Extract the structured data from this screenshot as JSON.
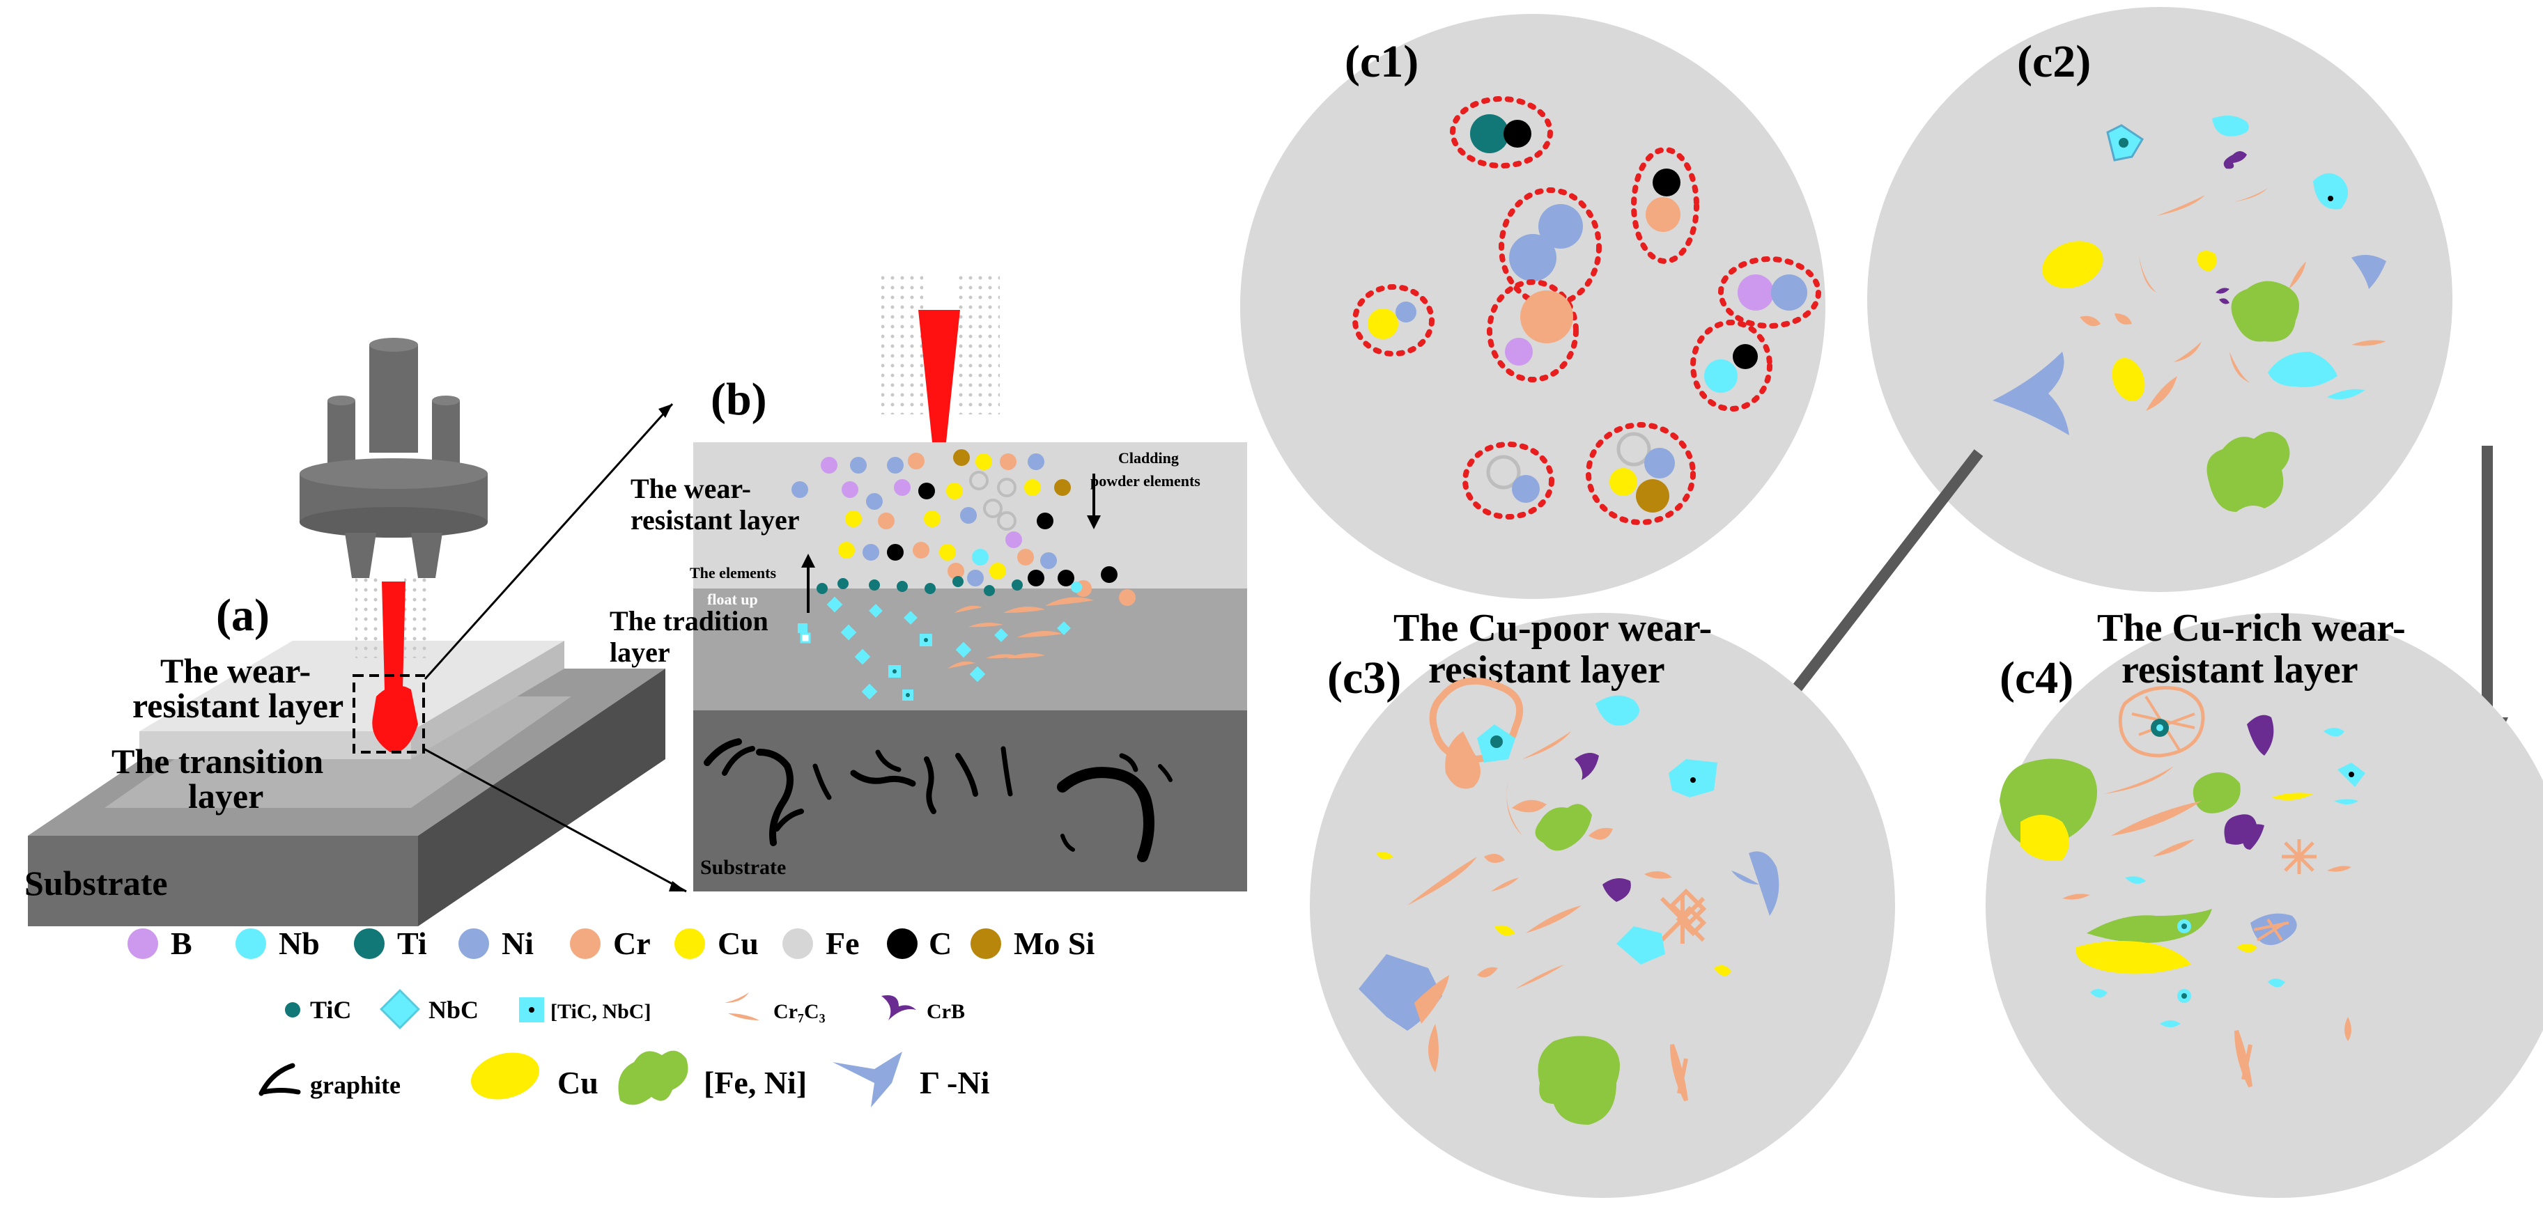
{
  "panels": {
    "a": "(a)",
    "b": "(b)",
    "c1": "(c1)",
    "c2": "(c2)",
    "c3": "(c3)",
    "c4": "(c4)"
  },
  "panel_a": {
    "wear_layer_line1": "The wear-",
    "wear_layer_line2": "resistant layer",
    "transition_line1": "The transition",
    "transition_line2": "layer",
    "substrate": "Substrate"
  },
  "panel_b": {
    "wear_line1": "The wear-",
    "wear_line2": "resistant layer",
    "tradition_line1": "The tradition",
    "tradition_line2": "layer",
    "float_line1": "The elements",
    "float_line2": "float up",
    "cladding_line1": "Cladding",
    "cladding_line2": "powder elements",
    "substrate": "Substrate"
  },
  "circle_titles": {
    "c3_line1": "The Cu-poor wear-",
    "c3_line2": "resistant layer",
    "c4_line1": "The Cu-rich wear-",
    "c4_line2": "resistant layer"
  },
  "legend": {
    "row1": [
      {
        "label": "B",
        "color": "#cc99ee"
      },
      {
        "label": "Nb",
        "color": "#66eeff"
      },
      {
        "label": "Ti",
        "color": "#117777"
      },
      {
        "label": "Ni",
        "color": "#8fa8dd"
      },
      {
        "label": "Cr",
        "color": "#f4aa80"
      },
      {
        "label": "Cu",
        "color": "#ffee00"
      },
      {
        "label": "Fe",
        "color": "#d6d6d6"
      },
      {
        "label": "C",
        "color": "#000000"
      },
      {
        "label": "Mo Si",
        "color": "#b8860b"
      }
    ],
    "row2": [
      {
        "label": "TiC",
        "icon": "tic-dot-icon"
      },
      {
        "label": "NbC",
        "icon": "nbc-diamond-icon"
      },
      {
        "label": "[TiC, NbC]",
        "icon": "tic-nbc-square-icon"
      },
      {
        "label": "Cr₇C₃",
        "icon": "cr7c3-sliver-icon"
      },
      {
        "label": "CrB",
        "icon": "crb-shape-icon"
      }
    ],
    "row3": [
      {
        "label": "graphite",
        "icon": "graphite-icon"
      },
      {
        "label": "Cu",
        "icon": "cu-blob-icon"
      },
      {
        "label": "[Fe, Ni]",
        "icon": "fe-ni-blob-icon"
      },
      {
        "label": "Γ -Ni",
        "icon": "gamma-ni-icon"
      }
    ]
  },
  "colors": {
    "laser": "#ff1111",
    "circle_bg": "#d9d9d9",
    "arrow": "#595959",
    "dotted_ring": "#e81e1e",
    "fe_ni": "#8dc63f",
    "crb": "#6a2c91",
    "nbc": "#66eeff"
  }
}
